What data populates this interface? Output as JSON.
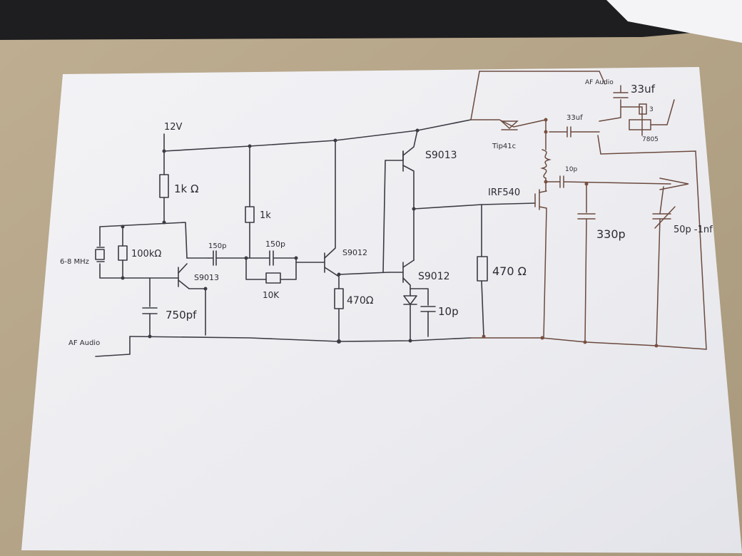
{
  "labels": {
    "supply": "12V",
    "r1": "1k Ω",
    "r_bias": "100kΩ",
    "crystal": "6-8 MHz",
    "t1": "S9013",
    "c_base": "750pf",
    "af_audio_in": "AF Audio",
    "c_couple1": "150p",
    "r2": "1k",
    "c_couple2": "150p",
    "r_trim": "10K",
    "t2": "S9012",
    "r_emitter": "470Ω",
    "t3": "S9013",
    "t4": "S9012",
    "c_small": "10p",
    "r_gate": "470 Ω",
    "mosfet": "IRF540",
    "tip": "Tip41c",
    "c_out": "10p",
    "c_tank": "330p",
    "c_trim": "50p -1nf",
    "mod_label": "AF Audio",
    "c_mod": "33uf",
    "c_mod2": "33uf",
    "r_mod": "3",
    "ic_label": "7805"
  },
  "colors": {
    "paper": "#f6f6f8",
    "desk": "#b9a98e",
    "ink": "#3b3b44",
    "ink_brown": "#6b4a3e"
  }
}
